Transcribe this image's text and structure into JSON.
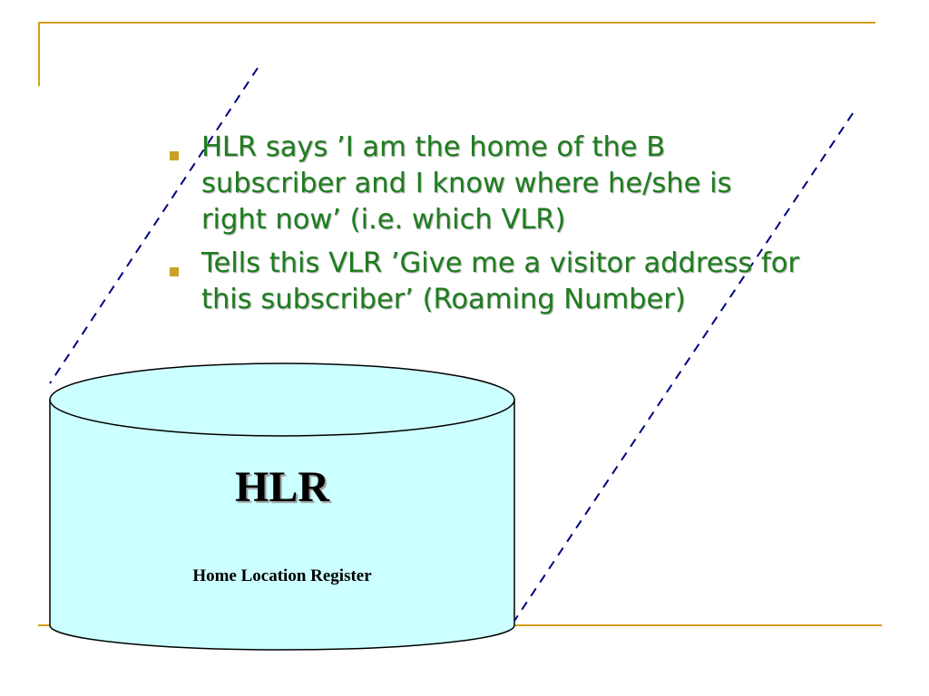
{
  "slide": {
    "bullets": [
      "HLR says ’I am the home of the B subscriber and I know where he/she is right now’ (i.e. which VLR)",
      "Tells this VLR ’Give me a visitor address for this subscriber’ (Roaming Number)"
    ]
  },
  "database": {
    "title": "HLR",
    "subtitle": "Home Location Register"
  },
  "colors": {
    "accent_lines": "#d4a017",
    "bullet_text": "#1e7d1e",
    "bullet_marker": "#c9a128",
    "database_fill": "#ccffff",
    "dashed_lines": "#000080"
  }
}
